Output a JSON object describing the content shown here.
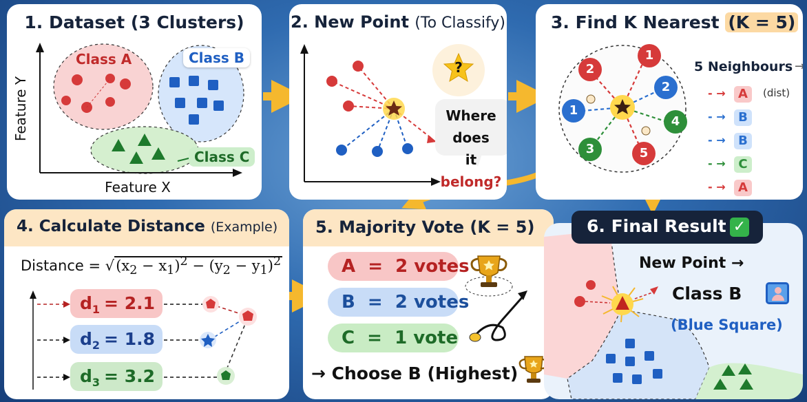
{
  "panel1": {
    "title": "1. Dataset (3 Clusters)",
    "y_axis": "Feature Y",
    "x_axis": "Feature X",
    "class_a": "Class A",
    "class_b": "Class B",
    "class_c": "Class C"
  },
  "panel2": {
    "title_main": "2. New Point",
    "title_sub": "(To Classify)",
    "question_mark": "?",
    "question_line1": "Where does",
    "question_it": "it",
    "question_belong": "belong?"
  },
  "panel3": {
    "title_main": "3. Find K Nearest",
    "title_k": "(K = 5)",
    "neighbours_label": "5 Neighbours",
    "dist_label": "(dist)",
    "neighbours": [
      {
        "cls": "A",
        "color": "#d63a3a",
        "bg": "#f9c9c9"
      },
      {
        "cls": "B",
        "color": "#2a6fcf",
        "bg": "#cfe2fb"
      },
      {
        "cls": "B",
        "color": "#2a6fcf",
        "bg": "#cfe2fb"
      },
      {
        "cls": "C",
        "color": "#2e8f3a",
        "bg": "#cdeecb"
      },
      {
        "cls": "A",
        "color": "#d63a3a",
        "bg": "#f9c9c9"
      }
    ],
    "circle_numbers": [
      "1",
      "2",
      "1",
      "2",
      "4",
      "3",
      "5"
    ]
  },
  "panel4": {
    "title_main": "4. Calculate Distance",
    "title_sub": "(Example)",
    "formula_label": "Distance =",
    "distances": [
      {
        "label": "d",
        "sub": "1",
        "value": "= 2.1",
        "color": "#b52222",
        "bg": "#f8c6c6"
      },
      {
        "label": "d",
        "sub": "2",
        "value": "= 1.8",
        "color": "#1c3f8c",
        "bg": "#c8dcf7"
      },
      {
        "label": "d",
        "sub": "3",
        "value": "= 3.2",
        "color": "#1e6b28",
        "bg": "#cde9c9"
      }
    ]
  },
  "panel5": {
    "title": "5. Majority Vote (K = 5)",
    "votes": [
      {
        "text": "A  =  2 votes",
        "color": "#b52222",
        "bg": "#f8c6c6"
      },
      {
        "text": "B  =  2 votes",
        "color": "#1c4f9c",
        "bg": "#c8dcf7"
      },
      {
        "text": "C  =  1 vote",
        "color": "#1e6b28",
        "bg": "#c9ecc4"
      }
    ],
    "choose": "→ Choose B (Highest)"
  },
  "panel6": {
    "title": "6. Final Result",
    "new_point": "New Point →",
    "class_b": "Class B",
    "blue_square": "(Blue Square)"
  },
  "colors": {
    "red": "#d63a3a",
    "blue": "#2a6fcf",
    "green": "#2e8f3a",
    "arrow": "#f5b82e",
    "title_dark": "#16233a"
  }
}
